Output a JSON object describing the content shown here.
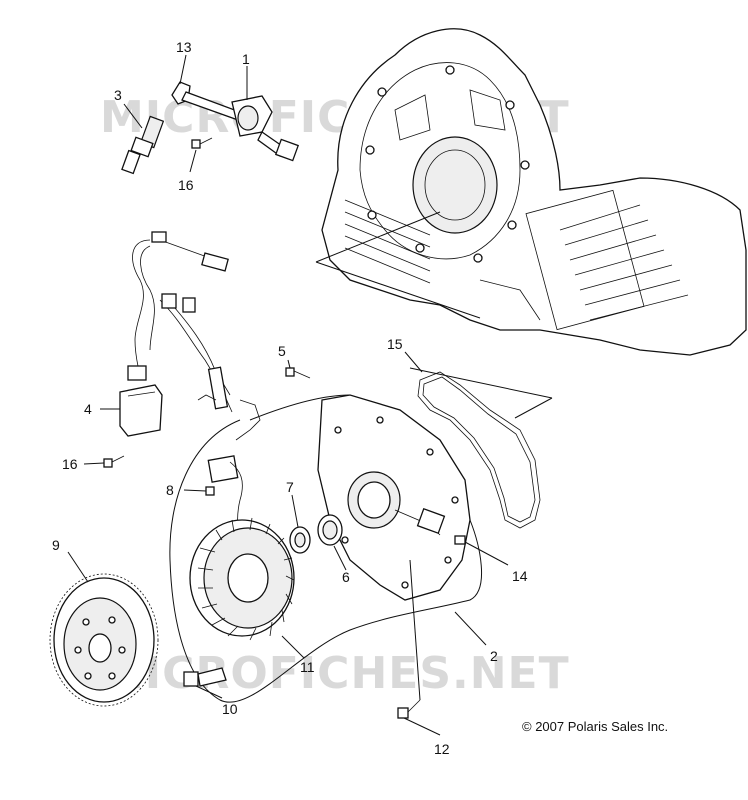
{
  "watermark": {
    "top": "MICROFICHES.NET",
    "bottom": "MICROFICHES.NET"
  },
  "copyright": "© 2007 Polaris Sales Inc.",
  "callouts": {
    "c1": "1",
    "c2": "2",
    "c3": "3",
    "c4": "4",
    "c5": "5",
    "c6": "6",
    "c7": "7",
    "c8": "8",
    "c9": "9",
    "c10": "10",
    "c11": "11",
    "c12": "12",
    "c13": "13",
    "c14": "14",
    "c15": "15",
    "c16a": "16",
    "c16b": "16"
  }
}
